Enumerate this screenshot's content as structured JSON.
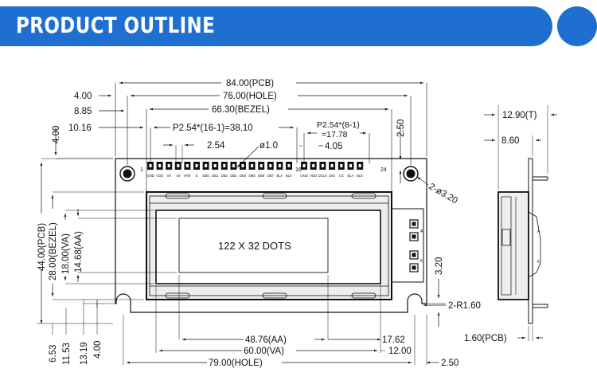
{
  "header": {
    "title": "PRODUCT OUTLINE"
  },
  "front": {
    "dim_pcb_width": "84.00(PCB)",
    "dim_hole_width": "76.00(HOLE)",
    "dim_bezel_width": "66.30(BEZEL)",
    "dim_4_00": "4.00",
    "dim_8_85": "8.85",
    "dim_10_16": "10.16",
    "dim_top_4_00": "4.00",
    "dim_2_50": "2.50",
    "dim_pitch_16": "P2.54*(16-1)=38.10",
    "dim_pitch_8_a": "P2.54*(8-1)",
    "dim_pitch_8_b": "=17.78",
    "dim_2_54": "2.54",
    "dim_pin_dia": "ø1.0",
    "dim_4_05": "4.05",
    "dim_hole_dia": "2-ø3.20",
    "pin_1": "1",
    "pin_16": "16",
    "pin_24": "24",
    "pin_names": [
      "GND",
      "VDD",
      "V0",
      "A0",
      "R/W",
      "E",
      "DB0",
      "DB1",
      "DB2",
      "DB3",
      "DB4",
      "DB5",
      "DB6",
      "DB7",
      "BLA",
      "BLK",
      "GND",
      "VDD",
      "DCLK",
      "DIO",
      "CS",
      "BLA",
      "BLK"
    ],
    "pcb_height": "44.00(PCB)",
    "bezel_height": "28.00(BEZEL)",
    "va_height": "18.00(VA)",
    "aa_height": "14.68(AA)",
    "dots": "122 X 32 DOTS",
    "dim_3_20": "3.20",
    "dim_r160": "2-R1.60",
    "dim_6_53": "6.53",
    "dim_11_53": "11.53",
    "dim_13_19": "13.19",
    "dim_bottom_4_00": "4.00",
    "aa_width": "48.76(AA)",
    "va_width": "60.00(VA)",
    "hole_width_bottom": "79.00(HOLE)",
    "dim_17_62": "17.62",
    "dim_12_00": "12.00",
    "dim_bottom_2_50": "2.50",
    "side_a": "A",
    "side_k": "K"
  },
  "side": {
    "dim_total": "12.90(T)",
    "dim_8_60": "8.60",
    "dim_pcb": "1.60(PCB)",
    "label_a": "A",
    "label_k": "K"
  }
}
